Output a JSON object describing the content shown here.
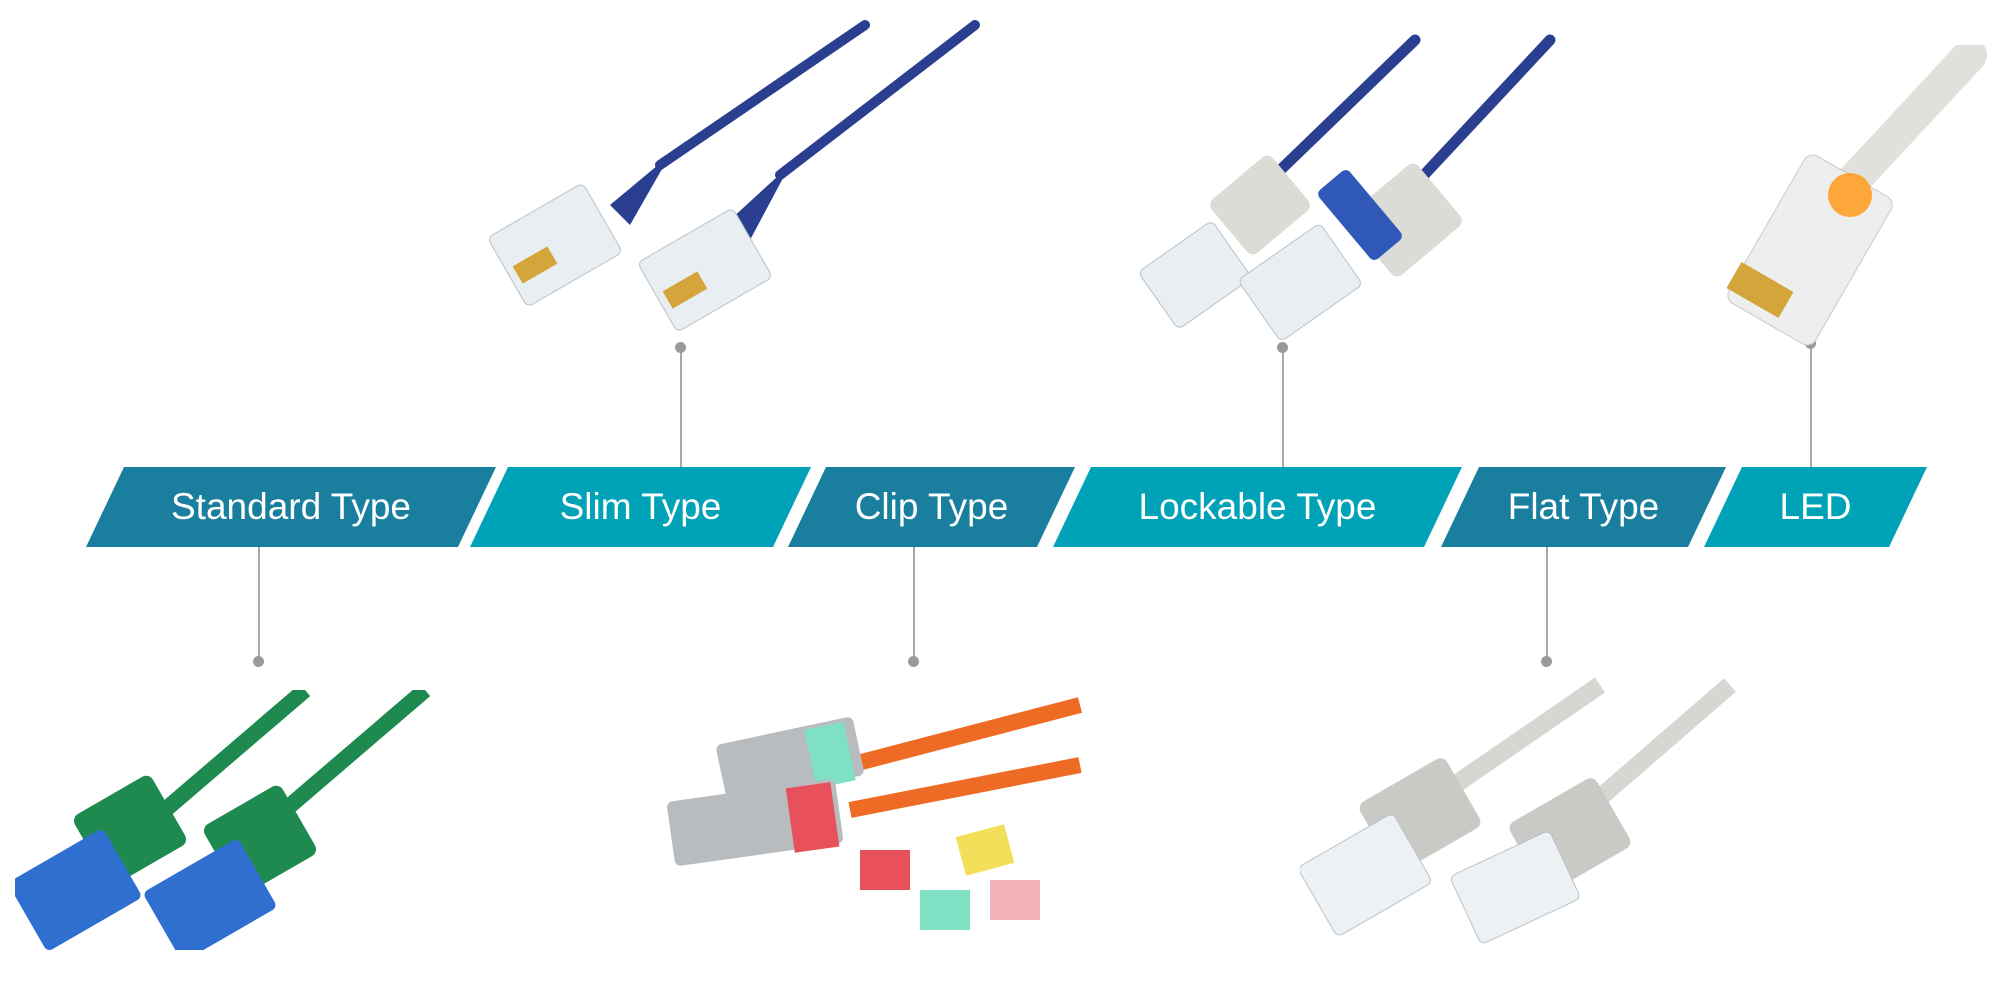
{
  "types": [
    {
      "label": "Standard Type",
      "color": "#1a7f9e",
      "cable_color": "#1e8a4f",
      "plug_color": "#2f6fd0",
      "image": "standard-patch-cable"
    },
    {
      "label": "Slim Type",
      "color": "#00a2b7",
      "cable_color": "#2a3f8f",
      "image": "slim-patch-cable"
    },
    {
      "label": "Clip Type",
      "color": "#1a7f9e",
      "cable_color": "#ee6b25",
      "clip_colors": [
        "#e8505b",
        "#f2e05a",
        "#7fe0c4",
        "#f2b3b8"
      ],
      "image": "clip-patch-cable"
    },
    {
      "label": "Lockable Type",
      "color": "#00a2b7",
      "cable_color": "#2a3f8f",
      "image": "lockable-patch-cable"
    },
    {
      "label": "Flat Type",
      "color": "#1a7f9e",
      "cable_color": "#d6d6d2",
      "image": "flat-patch-cable"
    },
    {
      "label": "LED",
      "color": "#00a2b7",
      "cable_color": "#e2e0da",
      "led_color": "#ff9a1a",
      "image": "led-patch-cable"
    }
  ]
}
